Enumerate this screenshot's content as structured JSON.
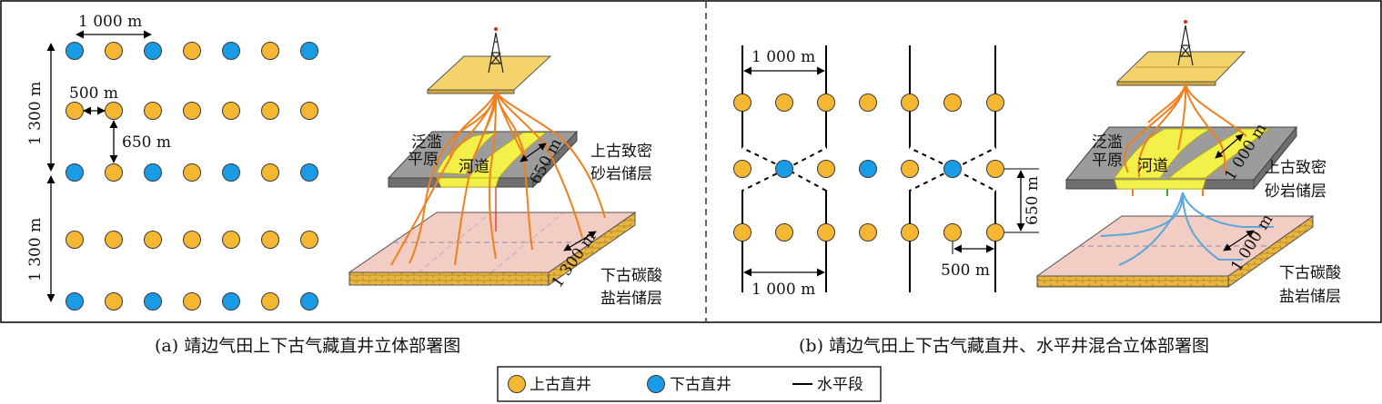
{
  "panel_a": {
    "caption": "(a) 靖边气田上下古气藏直井立体部署图",
    "dim_1000": "1 000 m",
    "dim_1300_top": "1 300 m",
    "dim_1300_bottom": "1 300 m",
    "dim_500": "500 m",
    "dim_650": "650 m",
    "block_labels": {
      "floodplain_1": "泛滥",
      "floodplain_2": "平原",
      "channel": "河道",
      "upper_distance": "650 m",
      "lower_distance": "1 300 m"
    },
    "upper_reservoir_1": "上古致密",
    "upper_reservoir_2": "砂岩储层",
    "lower_reservoir_1": "下古碳酸",
    "lower_reservoir_2": "盐岩储层"
  },
  "panel_b": {
    "caption": "(b) 靖边气田上下古气藏直井、水平井混合立体部署图",
    "dim_1000_top": "1 000 m",
    "dim_1000_bottom": "1 000 m",
    "dim_650": "650 m",
    "dim_500": "500 m",
    "block_labels": {
      "floodplain_1": "泛滥",
      "floodplain_2": "平原",
      "channel": "河道",
      "upper_distance": "1 000 m",
      "lower_distance": "1 000 m"
    },
    "upper_reservoir_1": "上古致密",
    "upper_reservoir_2": "砂岩储层",
    "lower_reservoir_1": "下古碳酸",
    "lower_reservoir_2": "盐岩储层"
  },
  "legend": {
    "upper_well": "上古直井",
    "lower_well": "下古直井",
    "horizontal": "水平段"
  },
  "colors": {
    "upper_well": "#f5b731",
    "lower_well": "#1a9be6",
    "orange_well": "#f07f1e",
    "blue_well": "#5aa7dc",
    "plate_yellow": "#f4d36b",
    "channel_yellow": "#f3f04a",
    "slab_gray": "#8c8c8c",
    "pink": "#f1cdc4",
    "brick": "#e9b53e"
  }
}
